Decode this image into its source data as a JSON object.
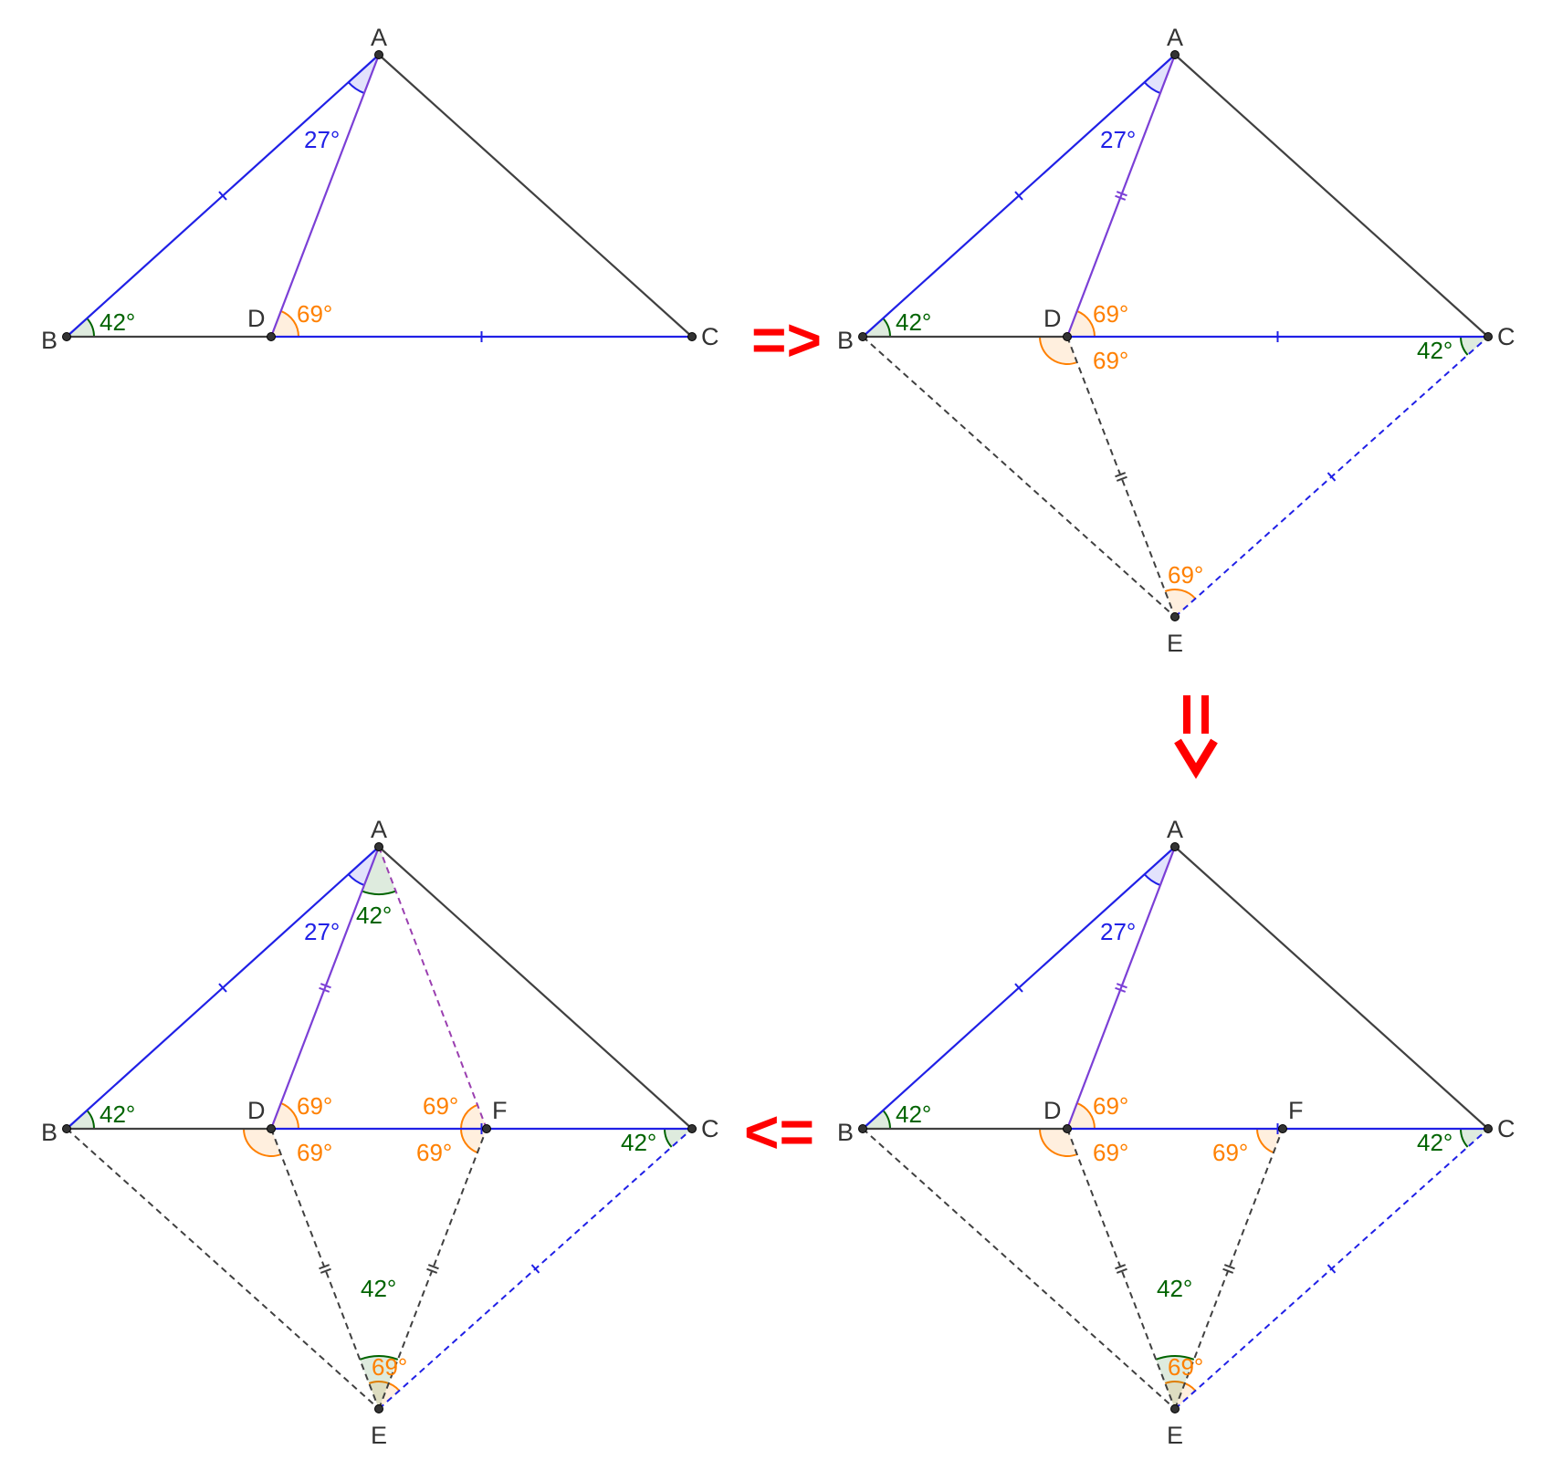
{
  "colors": {
    "blue": "#2020e6",
    "purple": "#7b3fd6",
    "dark": "#404040",
    "green": "#006400",
    "orange": "#ff8000",
    "red": "#ff0000",
    "dashed_purple": "#9a3fb0"
  },
  "arrows": {
    "right": "=>",
    "down_bar": "=",
    "down_head": "v",
    "left": "<="
  },
  "points": {
    "A": "A",
    "B": "B",
    "C": "C",
    "D": "D",
    "E": "E",
    "F": "F"
  },
  "angles": {
    "a27": "27°",
    "a42": "42°",
    "a69": "69°"
  },
  "panels": [
    {
      "id": "top-left",
      "points": [
        "A",
        "B",
        "C",
        "D"
      ],
      "angle_labels": [
        "27°",
        "42°",
        "69°"
      ]
    },
    {
      "id": "top-right",
      "points": [
        "A",
        "B",
        "C",
        "D",
        "E"
      ],
      "angle_labels": [
        "27°",
        "42°",
        "69°",
        "69°",
        "42°",
        "69°"
      ]
    },
    {
      "id": "bottom-right",
      "points": [
        "A",
        "B",
        "C",
        "D",
        "E",
        "F"
      ],
      "angle_labels": [
        "27°",
        "42°",
        "69°",
        "69°",
        "69°",
        "42°",
        "42°",
        "69°"
      ]
    },
    {
      "id": "bottom-left",
      "points": [
        "A",
        "B",
        "C",
        "D",
        "E",
        "F"
      ],
      "angle_labels": [
        "27°",
        "42°",
        "42°",
        "69°",
        "69°",
        "69°",
        "69°",
        "42°",
        "42°",
        "69°"
      ]
    }
  ]
}
